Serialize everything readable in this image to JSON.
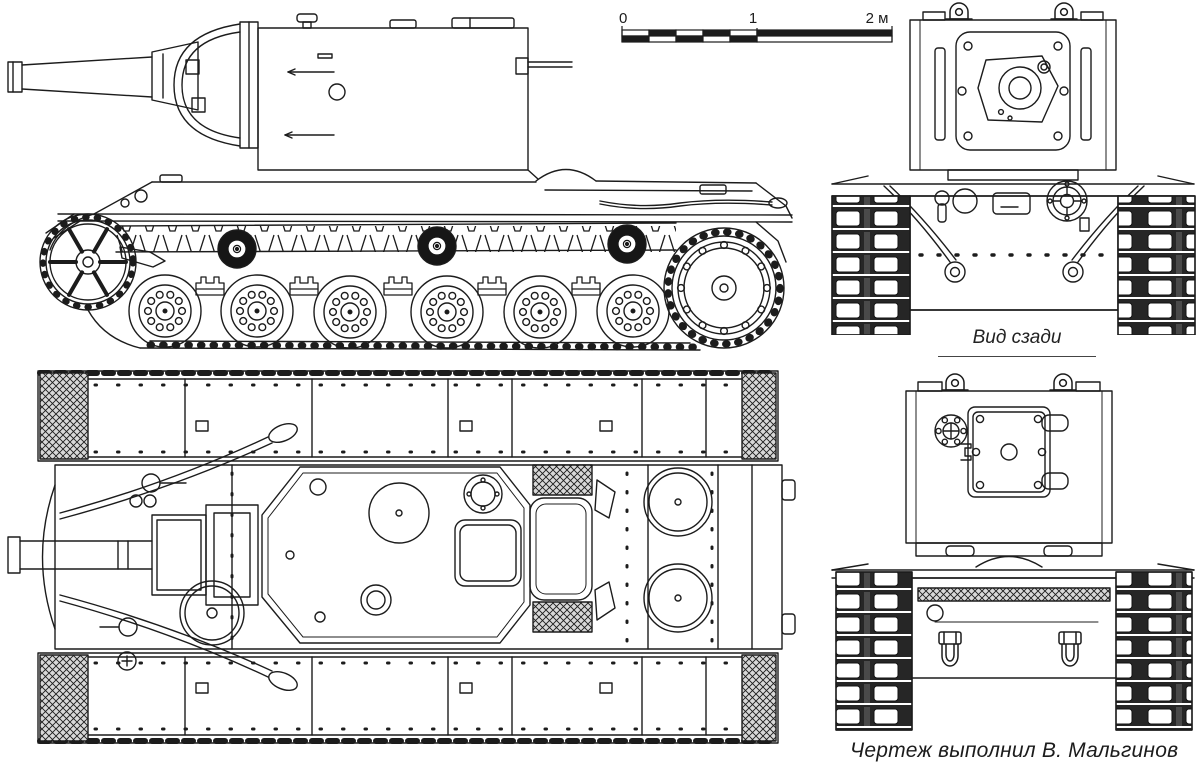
{
  "drawing": {
    "ink_color": "#1c1c1c",
    "background_color": "#ffffff",
    "scale_bar": {
      "label_0": "0",
      "label_1": "1",
      "label_2": "2 м"
    },
    "captions": {
      "rear_view": "Вид сзади",
      "credit": "Чертеж выполнил В. Мальгинов"
    }
  }
}
